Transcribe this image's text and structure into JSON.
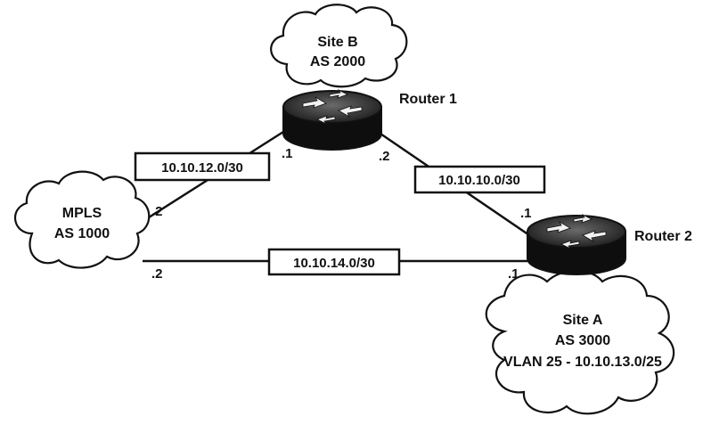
{
  "clouds": {
    "site_b": {
      "line1": "Site B",
      "line2": "AS 2000"
    },
    "mpls": {
      "line1": "MPLS",
      "line2": "AS 1000"
    },
    "site_a": {
      "line1": "Site A",
      "line2": "AS 3000",
      "line3": "VLAN 25 - 10.10.13.0/25"
    }
  },
  "routers": {
    "router1": {
      "label": "Router 1"
    },
    "router2": {
      "label": "Router 2"
    }
  },
  "links": {
    "r1_mpls": {
      "subnet": "10.10.12.0/30",
      "end_router": ".1",
      "end_mpls": ".2"
    },
    "r1_r2": {
      "subnet": "10.10.10.0/30",
      "end_r1": ".2",
      "end_r2": ".1"
    },
    "mpls_r2": {
      "subnet": "10.10.14.0/30",
      "end_mpls": ".2",
      "end_r2": ".1"
    }
  },
  "colors": {
    "line": "#111111",
    "router_top": "#3a3a3a",
    "router_body": "#0e0e0e"
  }
}
